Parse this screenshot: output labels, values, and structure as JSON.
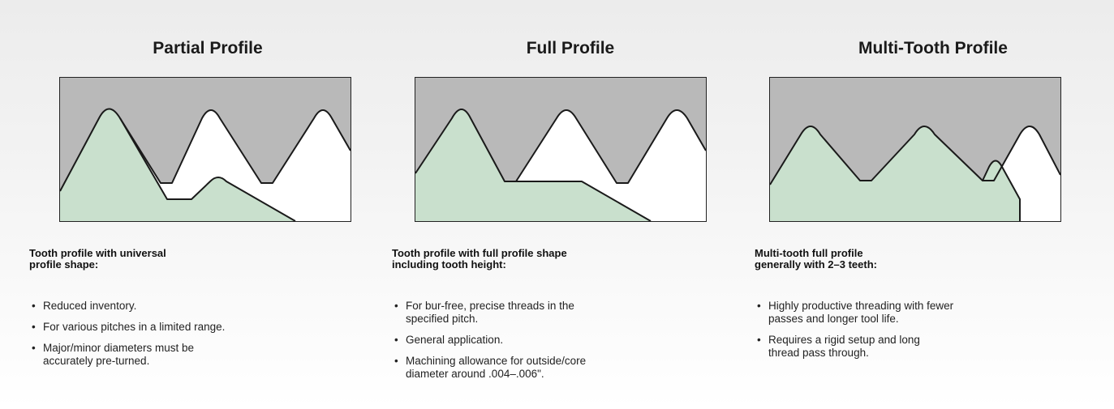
{
  "panels": [
    {
      "title": "Partial Profile",
      "heading": [
        "Tooth profile with universal",
        "profile shape:"
      ],
      "bullets": [
        [
          "Reduced inventory."
        ],
        [
          "For various pitches in a limited range."
        ],
        [
          "Major/minor diameters must be",
          "accurately pre-turned."
        ]
      ]
    },
    {
      "title": "Full Profile",
      "heading": [
        "Tooth profile with full profile shape",
        "including tooth height:"
      ],
      "bullets": [
        [
          "For bur-free, precise threads in the",
          "specified pitch."
        ],
        [
          "General application."
        ],
        [
          "Machining allowance for outside/core",
          "diameter around .004–.006\"."
        ]
      ]
    },
    {
      "title": "Multi-Tooth Profile",
      "heading": [
        "Multi-tooth full profile",
        "generally with 2–3 teeth:"
      ],
      "bullets": [
        [
          "Highly productive threading with fewer",
          "passes and longer tool life."
        ],
        [
          "Requires a rigid setup and long",
          "thread pass through."
        ]
      ]
    }
  ],
  "colors": {
    "workpiece": "#b9b9b9",
    "insert": "#c9e0cd",
    "outline": "#1a1a1a"
  }
}
